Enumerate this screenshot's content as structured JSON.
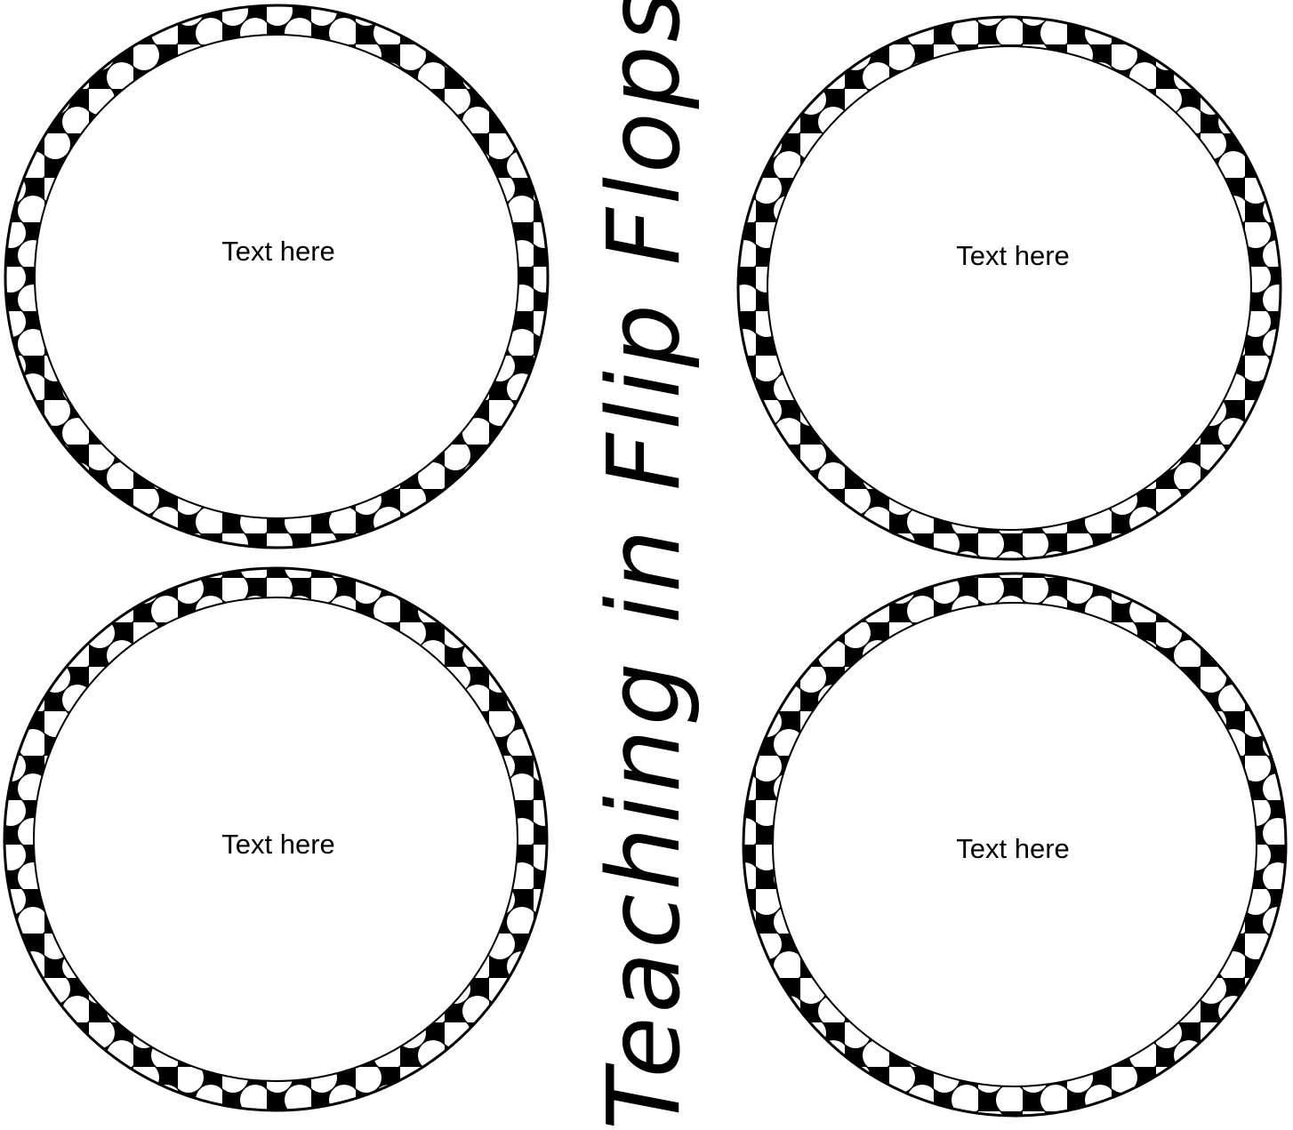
{
  "title": "Teaching in Flip Flops",
  "circles": [
    {
      "label": "Text here"
    },
    {
      "label": "Text here"
    },
    {
      "label": "Text here"
    },
    {
      "label": "Text here"
    }
  ],
  "colors": {
    "ring": "#000000",
    "dots": "#ffffff",
    "fill": "#ffffff"
  }
}
